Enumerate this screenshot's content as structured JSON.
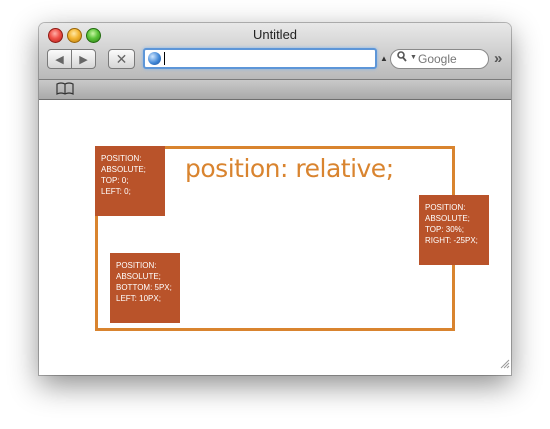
{
  "window": {
    "title": "Untitled"
  },
  "toolbar": {
    "back_label": "◀",
    "forward_label": "▶",
    "stop_label": "✕",
    "url_value": "",
    "search_placeholder": "Google",
    "overflow_label": "»"
  },
  "page": {
    "heading": "position: relative;",
    "boxes": [
      {
        "lines": [
          "Position:",
          "absolute;",
          "top: 0;",
          "left: 0;"
        ]
      },
      {
        "lines": [
          "Position:",
          "absolute;",
          "bottom: 5px;",
          "left: 10px;"
        ]
      },
      {
        "lines": [
          "Position:",
          "absolute;",
          "top: 30%;",
          "right: -25px;"
        ]
      }
    ]
  },
  "colors": {
    "relative_border": "#d9842f",
    "absolute_box": "#b9532a",
    "url_focus": "#5d96d8"
  },
  "icons": [
    "close-icon",
    "minimize-icon",
    "zoom-icon",
    "back-arrow-icon",
    "forward-arrow-icon",
    "stop-icon",
    "globe-icon",
    "search-icon",
    "bookmarks-book-icon",
    "resize-grip-icon"
  ]
}
